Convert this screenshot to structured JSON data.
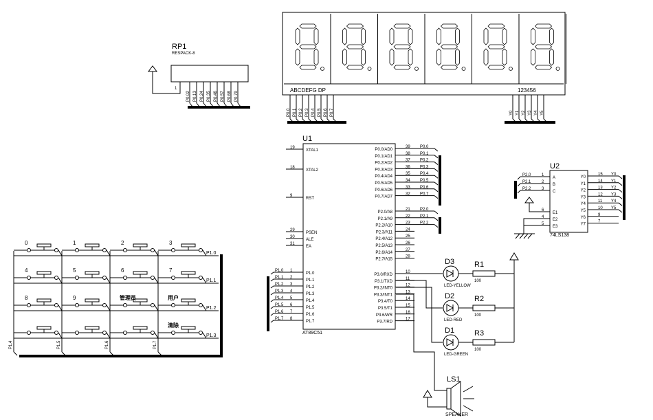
{
  "rp1": {
    "ref": "RP1",
    "value": "RESPACK-8",
    "pin1": "1",
    "nets": [
      "P0.02",
      "P0.13",
      "P0.24",
      "P0.35",
      "P0.46",
      "P0.57",
      "P0.68",
      "P0.79"
    ]
  },
  "display": {
    "segment_labels": "ABCDEFG  DP",
    "digit_labels": "123456",
    "seg_nets": [
      "P0.0",
      "P0.1",
      "P0.2",
      "P0.3",
      "P0.4",
      "P0.5",
      "P0.6",
      "P0.7"
    ],
    "digit_nets": [
      "Y0",
      "Y1",
      "Y2",
      "Y3",
      "Y4",
      "Y5"
    ]
  },
  "u1": {
    "ref": "U1",
    "part": "AT89C51",
    "left_pins": [
      {
        "num": "19",
        "name": "XTAL1"
      },
      {
        "num": "18",
        "name": "XTAL2"
      },
      {
        "num": "9",
        "name": "RST"
      },
      {
        "num": "29",
        "name": "PSEN"
      },
      {
        "num": "30",
        "name": "ALE"
      },
      {
        "num": "31",
        "name": "EA"
      },
      {
        "num": "1",
        "name": "P1.0"
      },
      {
        "num": "2",
        "name": "P1.1"
      },
      {
        "num": "3",
        "name": "P1.2"
      },
      {
        "num": "4",
        "name": "P1.3"
      },
      {
        "num": "5",
        "name": "P1.4"
      },
      {
        "num": "6",
        "name": "P1.5"
      },
      {
        "num": "7",
        "name": "P1.6"
      },
      {
        "num": "8",
        "name": "P1.7"
      }
    ],
    "left_nets": [
      "P1.0",
      "P1.1",
      "P1.2",
      "P1.3",
      "P1.4",
      "P1.5",
      "P1.6",
      "P1.7"
    ],
    "right_pins": [
      {
        "num": "39",
        "name": "P0.0/AD0",
        "net": "P0.0"
      },
      {
        "num": "38",
        "name": "P0.1/AD1",
        "net": "P0.1"
      },
      {
        "num": "37",
        "name": "P0.2/AD2",
        "net": "P0.2"
      },
      {
        "num": "36",
        "name": "P0.3/AD3",
        "net": "P0.3"
      },
      {
        "num": "35",
        "name": "P0.4/AD4",
        "net": "P0.4"
      },
      {
        "num": "34",
        "name": "P0.5/AD5",
        "net": "P0.5"
      },
      {
        "num": "33",
        "name": "P0.6/AD6",
        "net": "P0.6"
      },
      {
        "num": "32",
        "name": "P0.7/AD7",
        "net": "P0.7"
      },
      {
        "num": "21",
        "name": "P2.0/A8",
        "net": "P2.0"
      },
      {
        "num": "22",
        "name": "P2.1/A9",
        "net": "P2.1"
      },
      {
        "num": "23",
        "name": "P2.2/A10",
        "net": "P2.2"
      },
      {
        "num": "24",
        "name": "P2.3/A11",
        "net": ""
      },
      {
        "num": "25",
        "name": "P2.4/A12",
        "net": ""
      },
      {
        "num": "26",
        "name": "P2.5/A13",
        "net": ""
      },
      {
        "num": "27",
        "name": "P2.6/A14",
        "net": ""
      },
      {
        "num": "28",
        "name": "P2.7/A15",
        "net": ""
      },
      {
        "num": "10",
        "name": "P3.0/RXD",
        "net": ""
      },
      {
        "num": "11",
        "name": "P3.1/TXD",
        "net": ""
      },
      {
        "num": "12",
        "name": "P3.2/INT0",
        "net": ""
      },
      {
        "num": "13",
        "name": "P3.3/INT1",
        "net": ""
      },
      {
        "num": "14",
        "name": "P3.4/T0",
        "net": ""
      },
      {
        "num": "15",
        "name": "P3.5/T1",
        "net": ""
      },
      {
        "num": "16",
        "name": "P3.6/WR",
        "net": ""
      },
      {
        "num": "17",
        "name": "P3.7/RD",
        "net": ""
      }
    ]
  },
  "u2": {
    "ref": "U2",
    "part": "74LS138",
    "inputs": [
      {
        "net": "P2.0",
        "num": "1",
        "name": "A"
      },
      {
        "net": "P2.1",
        "num": "2",
        "name": "B"
      },
      {
        "net": "P2.2",
        "num": "3",
        "name": "C"
      }
    ],
    "enables": [
      {
        "num": "6",
        "name": "E1"
      },
      {
        "num": "4",
        "name": "E2"
      },
      {
        "num": "5",
        "name": "E3"
      }
    ],
    "outputs": [
      {
        "num": "15",
        "name": "Y0",
        "net": "Y0"
      },
      {
        "num": "14",
        "name": "Y1",
        "net": "Y1"
      },
      {
        "num": "13",
        "name": "Y2",
        "net": "Y2"
      },
      {
        "num": "12",
        "name": "Y3",
        "net": "Y3"
      },
      {
        "num": "11",
        "name": "Y4",
        "net": "Y4"
      },
      {
        "num": "10",
        "name": "Y5",
        "net": "Y5"
      },
      {
        "num": "9",
        "name": "Y6",
        "net": ""
      },
      {
        "num": "7",
        "name": "Y7",
        "net": ""
      }
    ]
  },
  "leds": [
    {
      "ref": "D3",
      "label": "LED-YELLOW",
      "res_ref": "R1",
      "res_val": "100"
    },
    {
      "ref": "D2",
      "label": "LED-RED",
      "res_ref": "R2",
      "res_val": "100"
    },
    {
      "ref": "D1",
      "label": "LED-GREEN",
      "res_ref": "R3",
      "res_val": "100"
    }
  ],
  "speaker": {
    "ref": "LS1",
    "label": "SPEAKER"
  },
  "keypad": {
    "keys": [
      [
        "0",
        "1",
        "2",
        "3"
      ],
      [
        "4",
        "5",
        "6",
        "7"
      ],
      [
        "8",
        "9",
        "管理员",
        "用户"
      ],
      [
        "",
        "",
        "",
        "清除"
      ]
    ],
    "row_nets": [
      "P1.0",
      "P1.1",
      "P1.2",
      "P1.3"
    ],
    "col_nets": [
      "P1.4",
      "P1.5",
      "P1.6",
      "P1.7"
    ]
  }
}
